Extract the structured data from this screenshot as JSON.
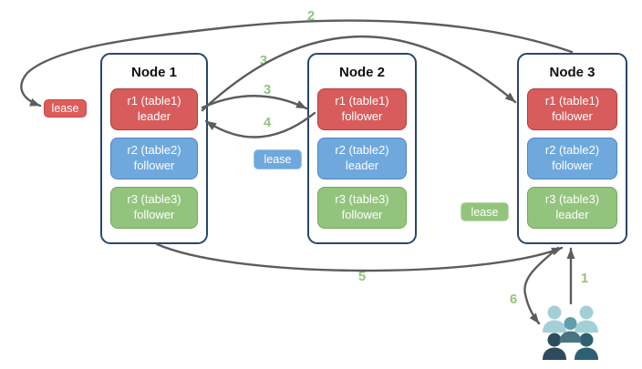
{
  "nodes": [
    {
      "title": "Node 1",
      "replicas": [
        {
          "name": "r1 (table1)",
          "role": "leader",
          "color": "red"
        },
        {
          "name": "r2 (table2)",
          "role": "follower",
          "color": "blue"
        },
        {
          "name": "r3 (table3)",
          "role": "follower",
          "color": "green"
        }
      ]
    },
    {
      "title": "Node 2",
      "replicas": [
        {
          "name": "r1 (table1)",
          "role": "follower",
          "color": "red"
        },
        {
          "name": "r2 (table2)",
          "role": "leader",
          "color": "blue"
        },
        {
          "name": "r3 (table3)",
          "role": "follower",
          "color": "green"
        }
      ]
    },
    {
      "title": "Node 3",
      "replicas": [
        {
          "name": "r1 (table1)",
          "role": "follower",
          "color": "red"
        },
        {
          "name": "r2 (table2)",
          "role": "follower",
          "color": "blue"
        },
        {
          "name": "r3 (table3)",
          "role": "leader",
          "color": "green"
        }
      ]
    }
  ],
  "leases": [
    {
      "label": "lease",
      "color": "red"
    },
    {
      "label": "lease",
      "color": "blue"
    },
    {
      "label": "lease",
      "color": "green"
    }
  ],
  "arrow_labels": {
    "step1": "1",
    "step2": "2",
    "step3_long": "3",
    "step3_short": "3",
    "step4": "4",
    "step5": "5",
    "step6": "6"
  },
  "icons": {
    "users": "users-icon"
  },
  "colors": {
    "red_fill": "#d85c5c",
    "red_stroke": "#b03e3a",
    "blue_fill": "#6fa8dc",
    "blue_stroke": "#4d86c6",
    "green_fill": "#93c47d",
    "green_stroke": "#74a858",
    "node_border": "#28486b",
    "arrow_gray": "#5c5c5c",
    "label_green": "#93c47d",
    "users_light_teal": "#a3d0d6",
    "users_mid_teal": "#5f9fab",
    "users_slate": "#4b7381",
    "users_dark_navy": "#2d4b5d",
    "users_dark_teal": "#2f6072"
  }
}
